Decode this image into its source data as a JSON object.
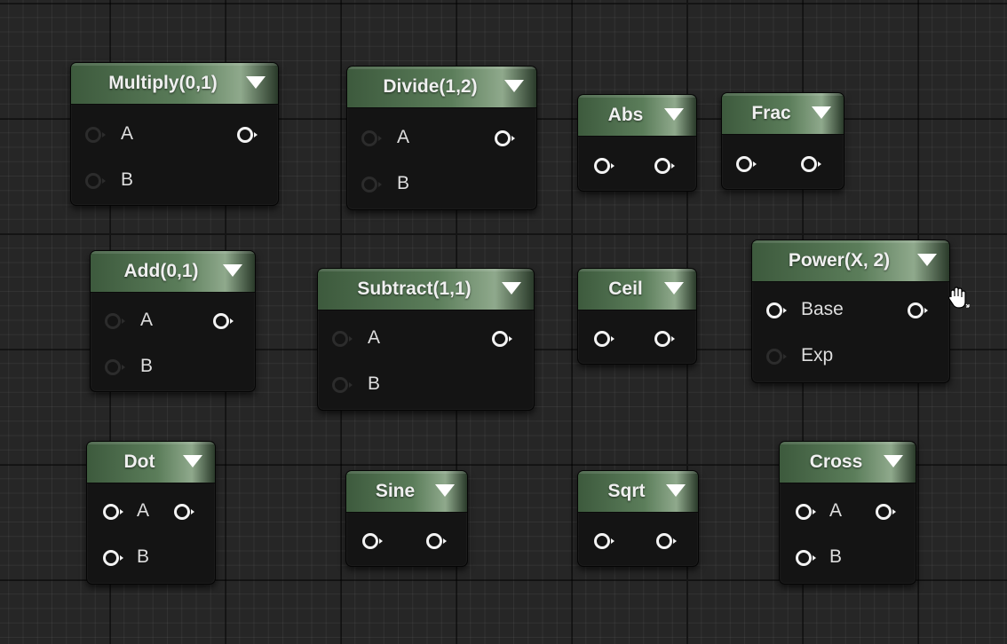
{
  "nodes": {
    "multiply": {
      "title": "Multiply(0,1)",
      "in_a": "A",
      "in_b": "B"
    },
    "divide": {
      "title": "Divide(1,2)",
      "in_a": "A",
      "in_b": "B"
    },
    "abs": {
      "title": "Abs"
    },
    "frac": {
      "title": "Frac"
    },
    "add": {
      "title": "Add(0,1)",
      "in_a": "A",
      "in_b": "B"
    },
    "subtract": {
      "title": "Subtract(1,1)",
      "in_a": "A",
      "in_b": "B"
    },
    "ceil": {
      "title": "Ceil"
    },
    "power": {
      "title": "Power(X, 2)",
      "in_base": "Base",
      "in_exp": "Exp"
    },
    "dot": {
      "title": "Dot",
      "in_a": "A",
      "in_b": "B"
    },
    "sine": {
      "title": "Sine"
    },
    "sqrt": {
      "title": "Sqrt"
    },
    "cross": {
      "title": "Cross",
      "in_a": "A",
      "in_b": "B"
    }
  },
  "colors": {
    "header_green": "#5b7d5a",
    "node_body": "#141414",
    "pin_connected": "#f3f3f3",
    "pin_unconnected": "#2c2c2c",
    "canvas": "#262626"
  },
  "icons": {
    "dropdown": "chevron-down-icon",
    "cursor": "hand-grab-cursor-icon"
  }
}
